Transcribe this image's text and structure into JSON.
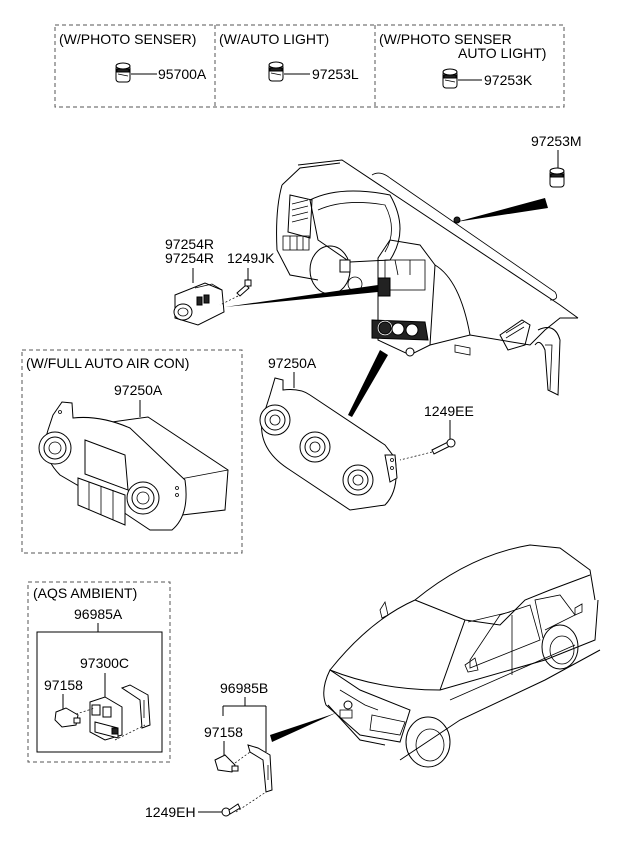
{
  "diagram": {
    "title": "Climate control / light sensor parts diagram",
    "variant_boxes": [
      {
        "id": "photo-senser",
        "caption": "(W/PHOTO SENSER)",
        "part_no": "95700A"
      },
      {
        "id": "auto-light",
        "caption": "(W/AUTO LIGHT)",
        "part_no": "97253L"
      },
      {
        "id": "photo-senser-auto-light",
        "caption_line1": "(W/PHOTO SENSER",
        "caption_line2": "AUTO LIGHT)",
        "part_no": "97253K"
      }
    ],
    "dashboard": {
      "sensor_part_no": "97253M",
      "switch_part_no_1": "97254R",
      "switch_part_no_2": "97254R",
      "screw_part_no": "1249JK"
    },
    "full_auto_box": {
      "caption": "(W/FULL AUTO AIR CON)",
      "part_no": "97250A"
    },
    "manual_control": {
      "part_no": "97250A",
      "screw_part_no": "1249EE"
    },
    "aqs_box": {
      "caption": "(AQS  AMBIENT)",
      "assembly_part_no": "96985A",
      "sensor_part_no": "97300C",
      "ambient_part_no": "97158"
    },
    "front_sensor": {
      "assembly_part_no": "96985B",
      "ambient_part_no": "97158",
      "screw_part_no": "1249EH"
    }
  }
}
